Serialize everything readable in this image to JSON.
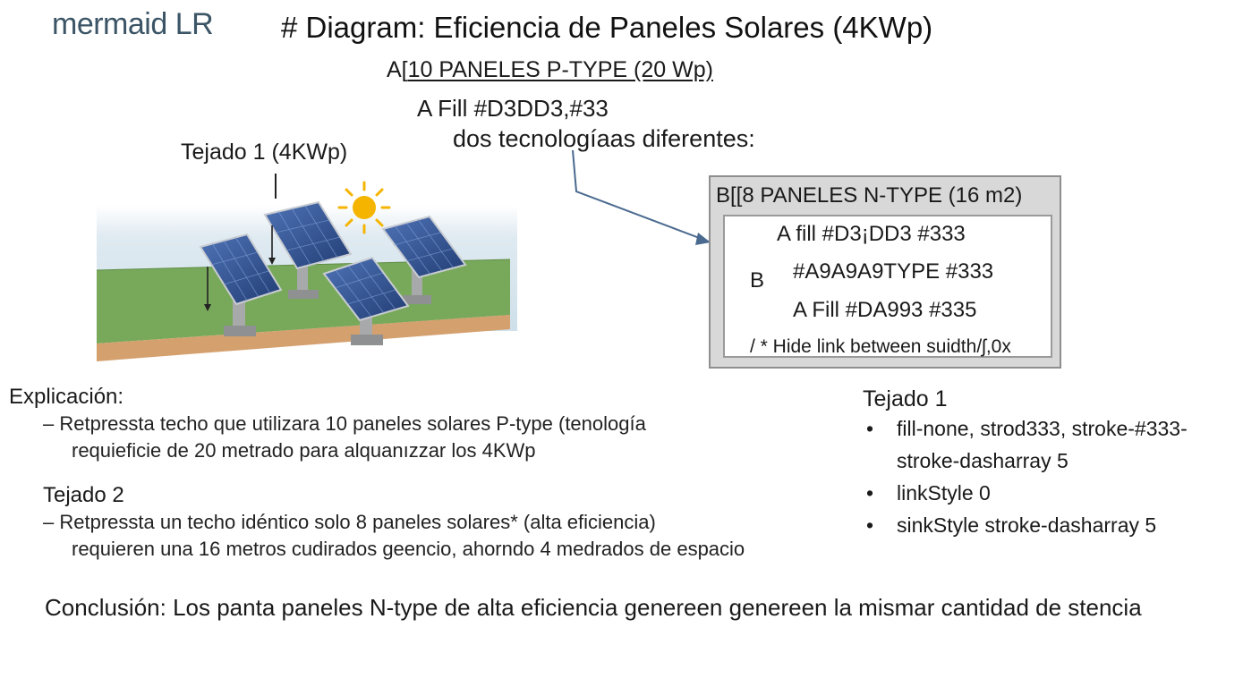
{
  "logo": "mermaid LR",
  "title": "# Diagram: Eficiencia de Paneles Solares (4KWp)",
  "node_a": {
    "prefix": "A[",
    "label": "10 PANELES P-TYPE (20 Wp)",
    "fill_line": "A  Fill #D3DD3,#33",
    "subtitle": "dos tecnologíaas diferentes:"
  },
  "roof1_label": "Tejado 1 (4KWp)",
  "node_b": {
    "title": "B[[8 PANELES N-TYPE (16 m2)",
    "side_label": "B",
    "lines": [
      "A  fill #D3¡DD3 #333",
      "#A9A9A9TYPE #333",
      "A Fill #DA993 #335",
      "/ * Hide link between suidth/ʃ,0x"
    ]
  },
  "explicacion": {
    "heading": "Explicación:",
    "line1": "– Retpressta techo que  utilizara 10 paneles solares P-type (tenología",
    "line2": "requieficie de 20 metrado para alquanızzar los 4KWp"
  },
  "tejado2": {
    "heading": "Tejado 2",
    "line1": "– Retpressta un techo idéntico solo 8 paneles solares* (alta eficiencia)",
    "line2": "requieren una 16 metros cudirados geencio, ahorndo 4 medrados de espacio"
  },
  "conclusion": {
    "label": "Conclusión:",
    "text": " Los panta paneles N-type de alta eficiencia genereen genereen la mismar cantidad de stencia"
  },
  "tejado1_notes": {
    "heading": "Tejado 1",
    "bullet": "•",
    "items": [
      "fill-none, strod333, stroke-#333-",
      "stroke-dasharray 5",
      "linkStyle 0",
      "sinkStyle stroke-dasharray 5"
    ]
  },
  "colors": {
    "sky": "#d7e6ef",
    "grass": "#76a85a",
    "soil": "#d6a271",
    "panel": "#2f4d8a",
    "sun": "#f5b400",
    "arrow": "#4a6a8f"
  }
}
